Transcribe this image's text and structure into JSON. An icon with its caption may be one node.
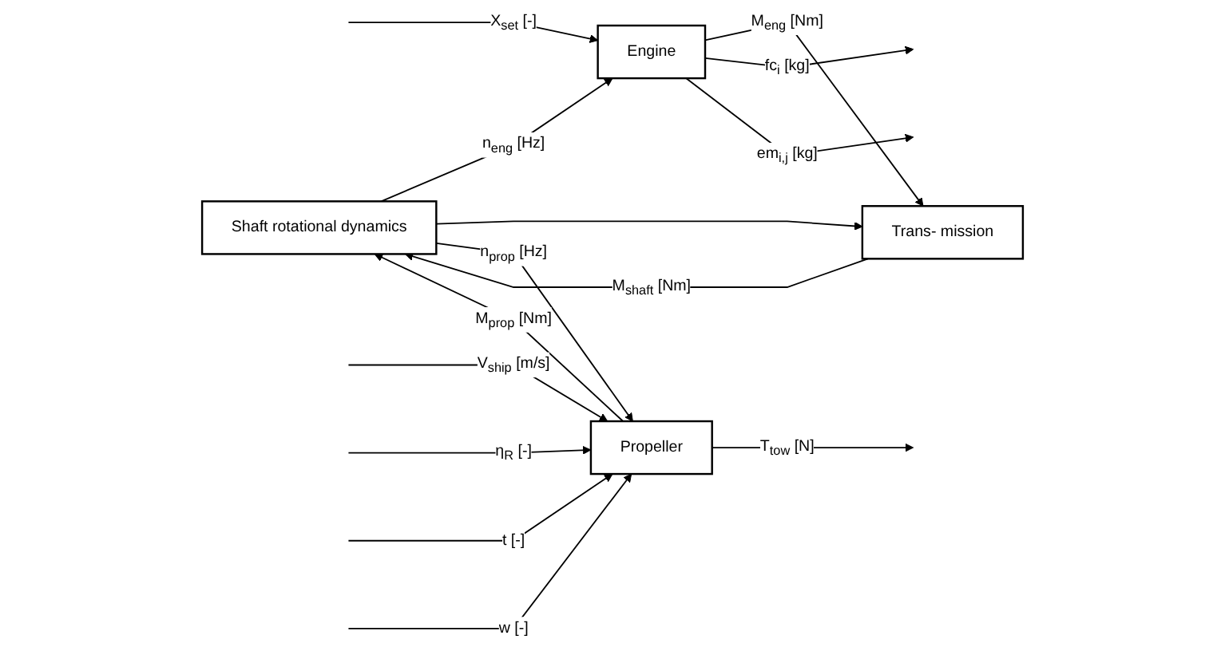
{
  "diagram": {
    "nodes": [
      {
        "text": [
          "Shaft rotational dynamics"
        ]
      },
      {
        "text": [
          "Trans- mission"
        ]
      },
      {
        "text": [
          "Engine"
        ]
      },
      {
        "text": [
          "Propeller"
        ]
      }
    ],
    "edges": [
      {
        "from": 0,
        "to": 2,
        "arrow": "to",
        "label": "n$_{eng}$ [Hz]"
      },
      {
        "from": 0,
        "to": 1,
        "arrow": "to"
      },
      {
        "from": 0,
        "to": 3,
        "arrow": "to",
        "label": "n$_{prop}$ [Hz]"
      },
      {
        "from": 1,
        "to": 0,
        "arrow": "to",
        "label": "M$_{shaft}$ [Nm]"
      },
      {
        "from": 3,
        "to": 0,
        "arrow": "to",
        "label": "M$_{prop}$ [Nm]"
      },
      {
        "from": 2,
        "to": 1,
        "arrow": "to",
        "label": "M$_{eng}$ [Nm]"
      },
      {
        "from": 2,
        "to": null,
        "arrow": "to",
        "label": "fc$_{i}$ [kg]"
      },
      {
        "from": 2,
        "to": null,
        "arrow": "to",
        "label": "em$_{i,j}$ [kg]"
      },
      {
        "from": null,
        "to": 2,
        "arrow": "to",
        "label": "X$_{set}$ [-]"
      },
      {
        "from": 3,
        "to": null,
        "arrow": "to",
        "label": "T$_{tow}$ [N]"
      },
      {
        "from": null,
        "to": 3,
        "arrow": "to",
        "label": "V$_{ship}$ [m/s]"
      },
      {
        "from": null,
        "to": 3,
        "arrow": "to",
        "label": "η$_{R}$ [-]"
      },
      {
        "from": null,
        "to": 3,
        "arrow": "to",
        "label": "t [-]"
      },
      {
        "from": null,
        "to": 3,
        "arrow": "to",
        "label": "w [-]"
      }
    ]
  }
}
